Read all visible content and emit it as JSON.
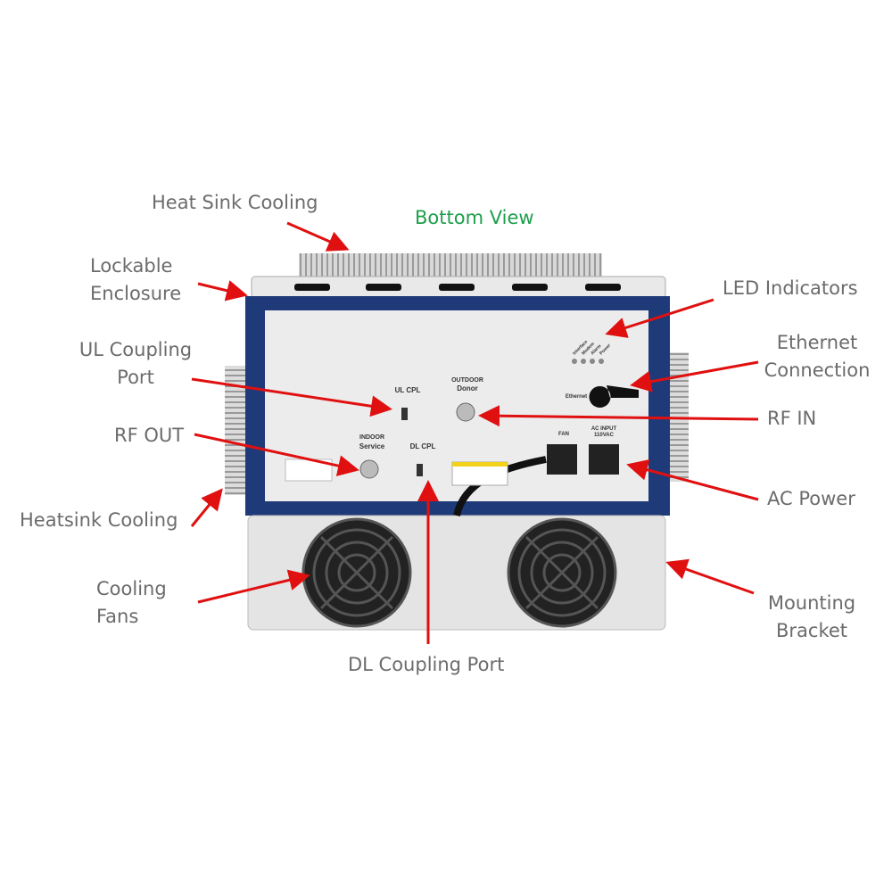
{
  "title": "Bottom View",
  "colors": {
    "arrow": "#e01010",
    "label": "#6b6b6b",
    "title": "#1e9e4c",
    "frame": "#1f3a78"
  },
  "labels": {
    "heat_sink_cooling": "Heat Sink Cooling",
    "lockable_enclosure": [
      "Lockable",
      "Enclosure"
    ],
    "ul_coupling_port": [
      "UL Coupling",
      "Port"
    ],
    "rf_out": "RF OUT",
    "heatsink_cooling": "Heatsink Cooling",
    "cooling_fans": [
      "Cooling",
      "Fans"
    ],
    "dl_coupling_port": "DL Coupling Port",
    "led_indicators": "LED Indicators",
    "ethernet_connection": [
      "Ethernet",
      "Connection"
    ],
    "rf_in": "RF IN",
    "ac_power": "AC Power",
    "mounting_bracket": [
      "Mounting",
      "Bracket"
    ]
  },
  "device_panel": {
    "ul_cpl": "UL CPL",
    "outdoor": "OUTDOOR",
    "donor": "Donor",
    "indoor": "INDOOR",
    "service": "Service",
    "dl_cpl": "DL CPL",
    "ethernet": "Ethernet",
    "fan": "FAN",
    "ac_input": "AC INPUT",
    "voltage": "110VAC",
    "leds": [
      "Interface",
      "Modem",
      "Alarm",
      "Power"
    ]
  }
}
